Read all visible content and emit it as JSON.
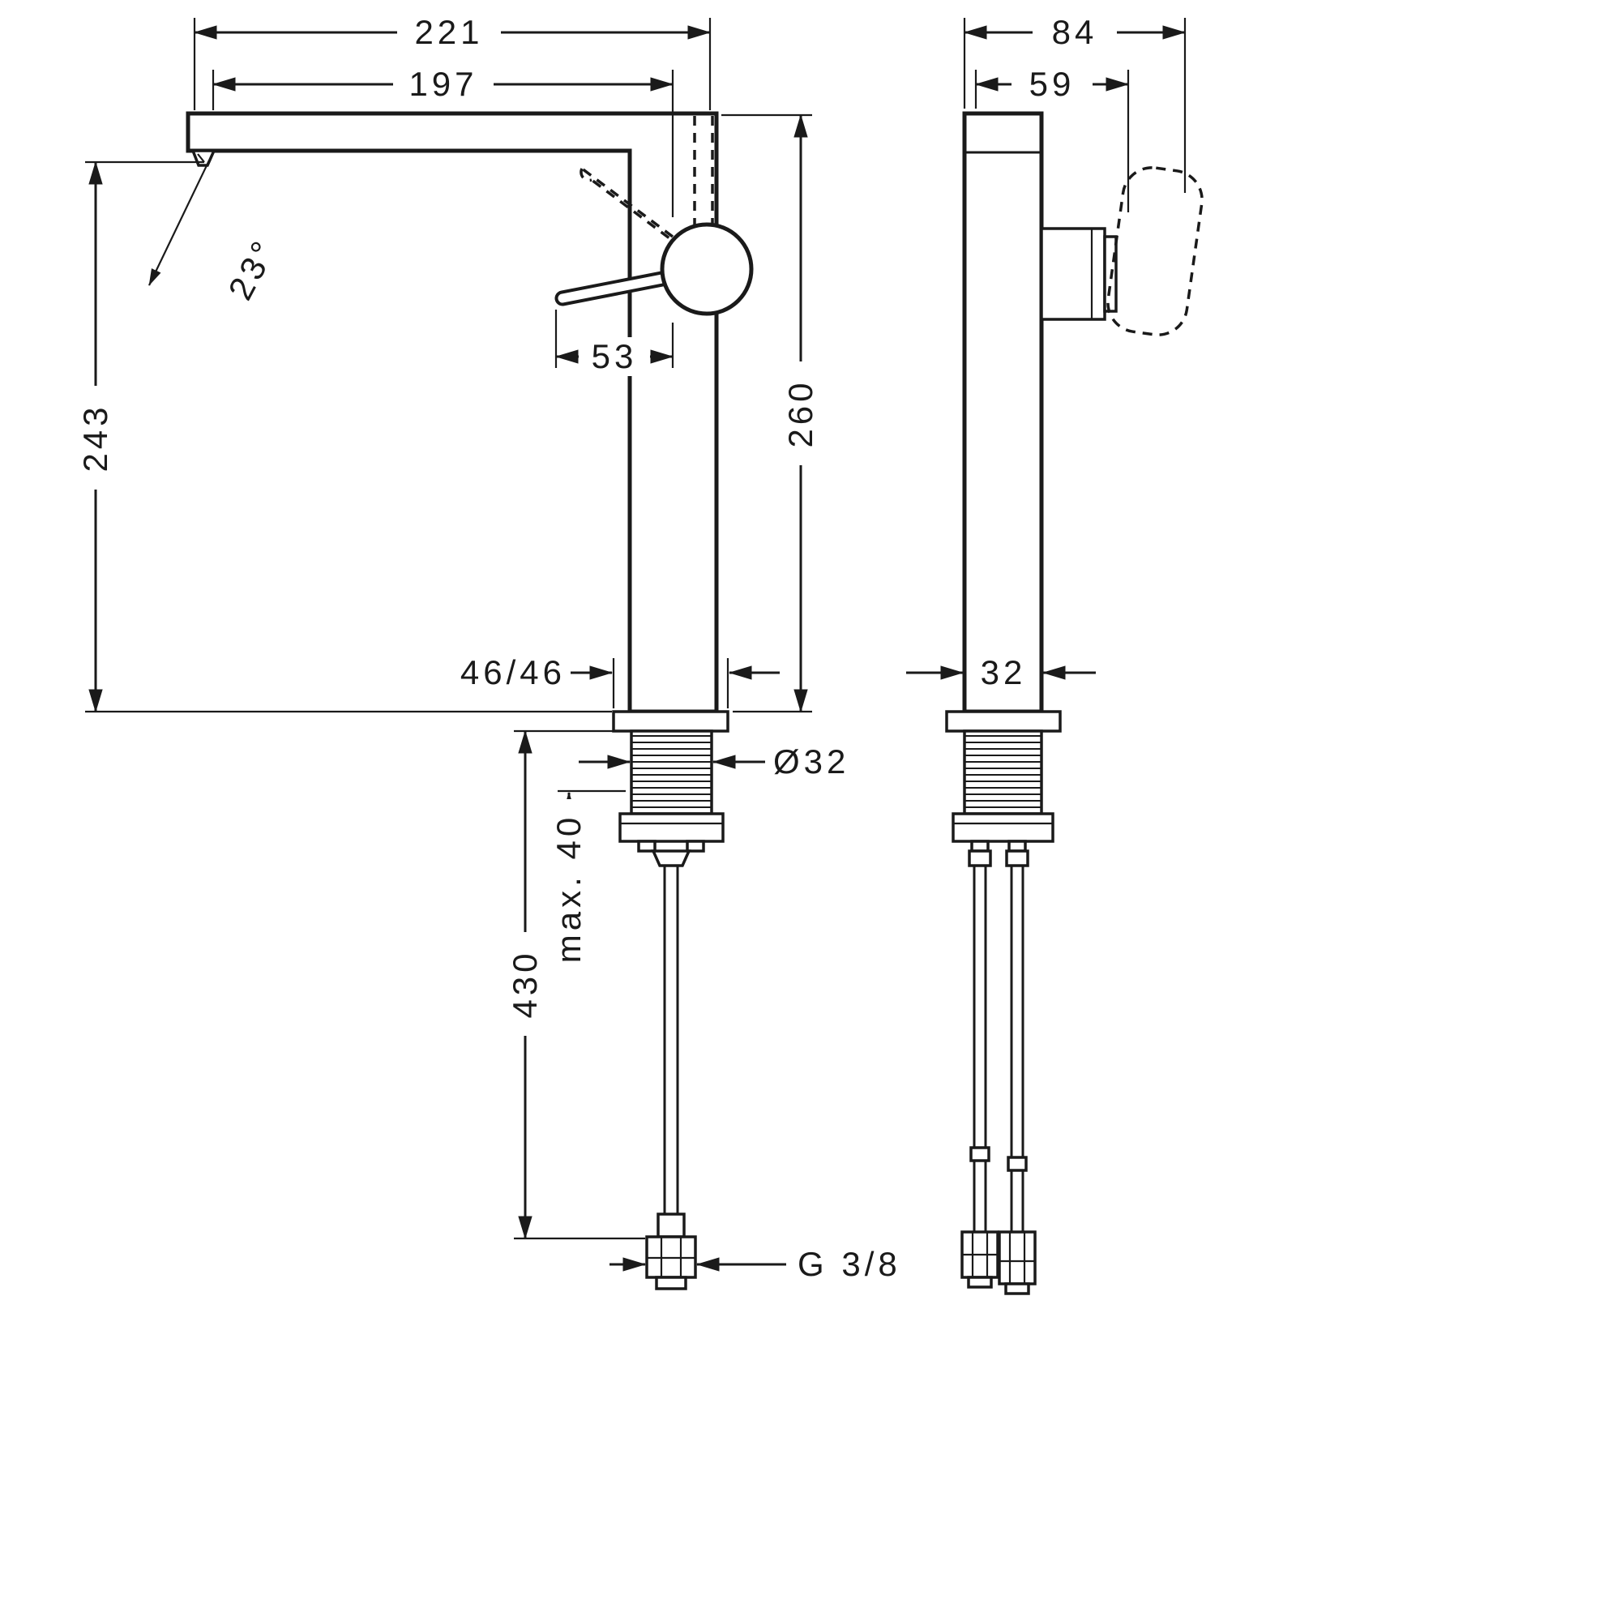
{
  "drawing": {
    "front_view": {
      "overall_projection": "221",
      "spout_reach": "197",
      "spout_angle": "23°",
      "spout_to_deck_height": "243",
      "handle_projection": "53",
      "deck_to_spout_height": "260",
      "base_dimensions": "46/46",
      "tap_hole_diameter": "Ø32",
      "hose_length": "430",
      "max_deck_thickness": "max. 40",
      "connection_thread": "G 3/8"
    },
    "side_view": {
      "overall_depth": "84",
      "body_depth": "59",
      "body_width": "32"
    }
  }
}
